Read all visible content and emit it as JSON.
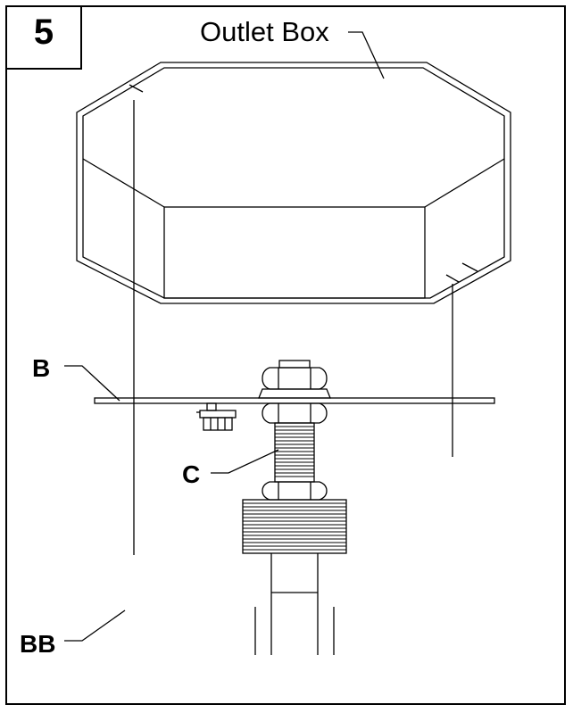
{
  "step": {
    "number": "5"
  },
  "labels": {
    "outlet_box": "Outlet Box",
    "plate": "B",
    "nipple": "C",
    "bar": "BB"
  }
}
